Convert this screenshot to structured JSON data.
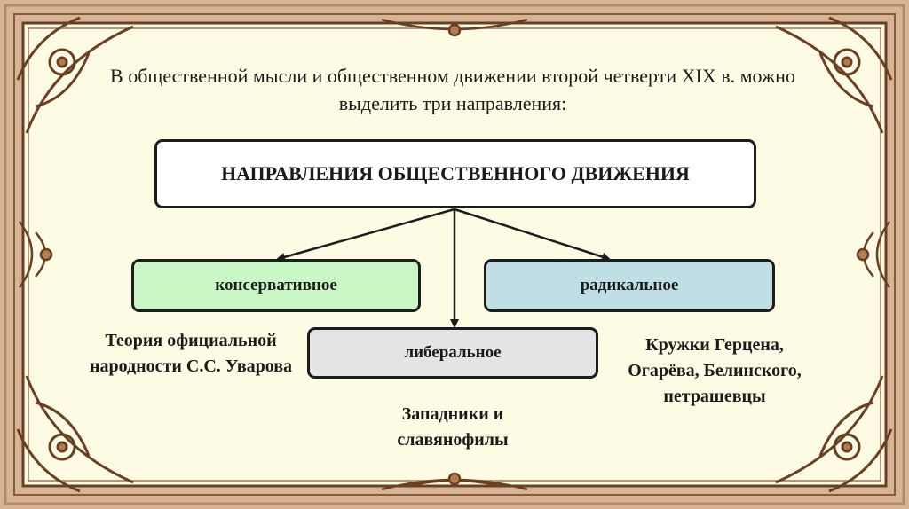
{
  "intro": "В общественной мысли и общественном движении второй четверти XIX в. можно выделить три направления:",
  "diagram": {
    "root": "НАПРАВЛЕНИЯ ОБЩЕСТВЕННОГО ДВИЖЕНИЯ",
    "conservative": {
      "label": "консервативное",
      "note": "Теория официальной народности С.С. Уварова",
      "color": "#c9f6c5"
    },
    "liberal": {
      "label": "либеральное",
      "note": "Западники и славянофилы",
      "color": "#e4e4e4"
    },
    "radical": {
      "label": "радикальное",
      "note": "Кружки Герцена, Огарёва, Белинского, петрашевцы",
      "color": "#bfdfe4"
    }
  },
  "colors": {
    "frame": "#c9a27e",
    "frame_ornament": "#7a4a2a",
    "panel": "#fdfbe4"
  }
}
